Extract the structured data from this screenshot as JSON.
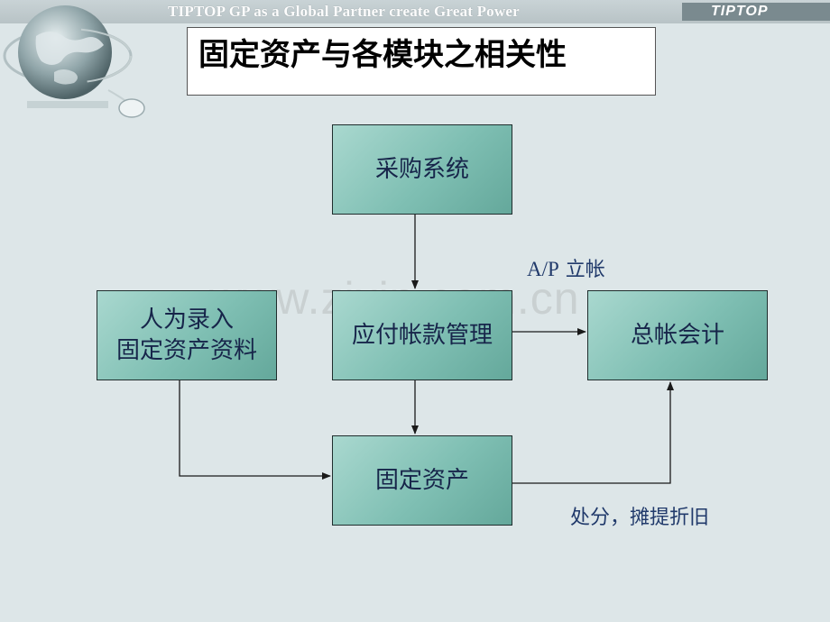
{
  "header": {
    "tagline": "TIPTOP GP as a Global Partner create Great Power",
    "brand": "TIPTOP"
  },
  "logo": {
    "icon": "globe-mouse-logo"
  },
  "title": "固定资产与各模块之相关性",
  "diagram": {
    "purchase": "采购系统",
    "ap": "应付帐款管理",
    "manual": [
      "人为录入",
      "固定资产资料"
    ],
    "gl": "总帐会计",
    "fixed_asset": "固定资产",
    "label_ap_latin": "A/P",
    "label_ap_cjk": "立帐",
    "label_disposal": "处分，摊提折旧"
  },
  "watermark": "www.zixin.com.cn",
  "colors": {
    "box_fill": "#7fbfb3",
    "box_text": "#17254a",
    "note_text": "#213a6b",
    "background": "#dde6e8"
  }
}
